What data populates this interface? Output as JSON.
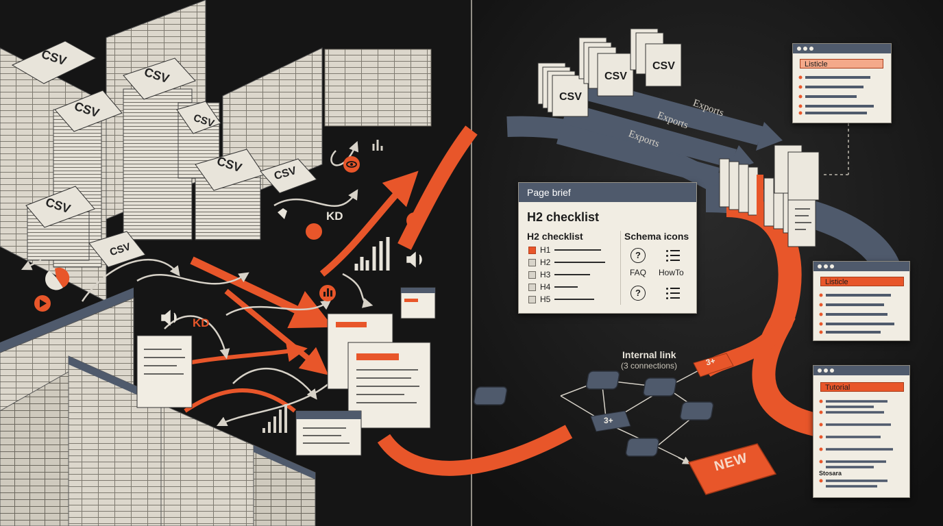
{
  "colors": {
    "background": "#141414",
    "accent": "#e8562a",
    "slate": "#4f5a6c",
    "paper": "#f1ede3",
    "ink": "#1c1c1c"
  },
  "left_scene": {
    "csv_labels": [
      "CSV",
      "CSV",
      "CSV",
      "CSV",
      "CSV",
      "CSV",
      "CSV",
      "CSV"
    ],
    "metric_labels": [
      "KD",
      "KD"
    ],
    "icons": [
      "eye-icon",
      "bar-chart-icon",
      "refresh-icon",
      "play-icon",
      "speaker-icon",
      "pie-chart-icon"
    ]
  },
  "right_scene": {
    "csv_labels": [
      "CSV",
      "CSV",
      "CSV"
    ],
    "flow_labels": [
      "Exports",
      "Exports",
      "Exports"
    ],
    "page_brief": {
      "header": "Page brief",
      "title": "H2 checklist",
      "checklist_title": "H2 checklist",
      "headings": [
        "H1",
        "H2",
        "H3",
        "H4",
        "H5"
      ],
      "schema_title": "Schema icons",
      "schema_items": [
        "FAQ",
        "HowTo"
      ],
      "icons": [
        "question-icon",
        "list-icon"
      ]
    },
    "templates": [
      {
        "label": "Listicle"
      },
      {
        "label": "Listicle"
      },
      {
        "label": "Tutorial",
        "extra_label": "Stosara"
      }
    ],
    "internal_link": {
      "title": "Internal link",
      "subtitle": "(3 connections)",
      "badges": [
        "3+",
        "3+"
      ],
      "new_label": "NEW"
    }
  }
}
